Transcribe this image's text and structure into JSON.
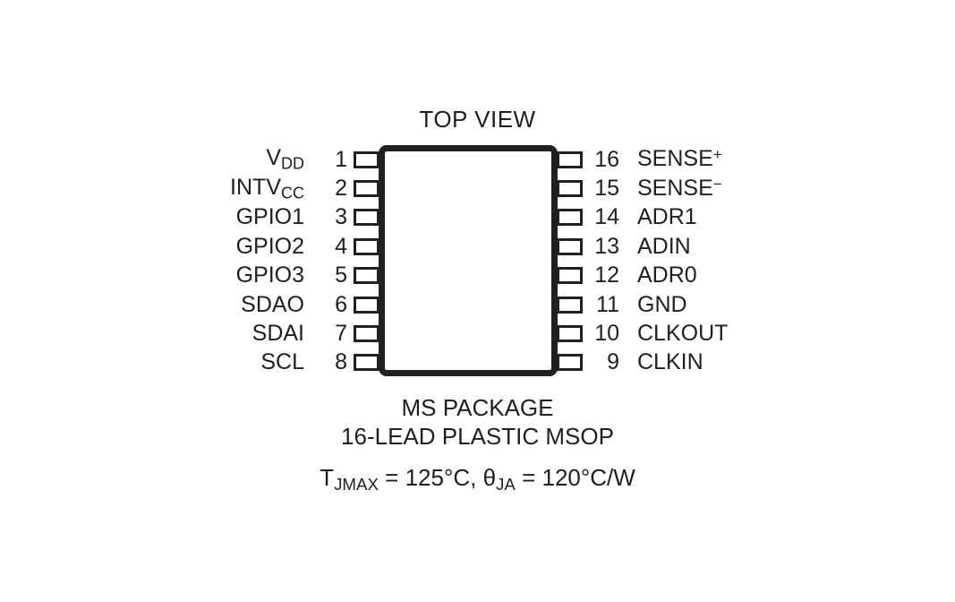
{
  "diagram": {
    "title": "TOP VIEW",
    "package_name": "MS PACKAGE",
    "lead_description": "16-LEAD PLASTIC MSOP",
    "thermal": {
      "tjmax_symbol": "T",
      "tjmax_sub": "JMAX",
      "tjmax_value": " = 125°C, ",
      "theta_symbol": "θ",
      "theta_sub": "JA",
      "theta_value": " = 120°C/W",
      "full_text": "TJMAX = 125°C, θJA = 120°C/W"
    },
    "colors": {
      "outline": "#231f20",
      "text": "#1f1f1f",
      "background": "#ffffff"
    },
    "pins_left": [
      {
        "number": "1",
        "name": "V",
        "sub": "DD",
        "sup": ""
      },
      {
        "number": "2",
        "name": "INTV",
        "sub": "CC",
        "sup": ""
      },
      {
        "number": "3",
        "name": "GPIO1",
        "sub": "",
        "sup": ""
      },
      {
        "number": "4",
        "name": "GPIO2",
        "sub": "",
        "sup": ""
      },
      {
        "number": "5",
        "name": "GPIO3",
        "sub": "",
        "sup": ""
      },
      {
        "number": "6",
        "name": "SDAO",
        "sub": "",
        "sup": ""
      },
      {
        "number": "7",
        "name": "SDAI",
        "sub": "",
        "sup": ""
      },
      {
        "number": "8",
        "name": "SCL",
        "sub": "",
        "sup": ""
      }
    ],
    "pins_right": [
      {
        "number": "16",
        "name": "SENSE",
        "sub": "",
        "sup": "+"
      },
      {
        "number": "15",
        "name": "SENSE",
        "sub": "",
        "sup": "−"
      },
      {
        "number": "14",
        "name": "ADR1",
        "sub": "",
        "sup": ""
      },
      {
        "number": "13",
        "name": "ADIN",
        "sub": "",
        "sup": ""
      },
      {
        "number": "12",
        "name": "ADR0",
        "sub": "",
        "sup": ""
      },
      {
        "number": "11",
        "name": "GND",
        "sub": "",
        "sup": ""
      },
      {
        "number": "10",
        "name": "CLKOUT",
        "sub": "",
        "sup": ""
      },
      {
        "number": "9",
        "name": "CLKIN",
        "sub": "",
        "sup": ""
      }
    ]
  }
}
